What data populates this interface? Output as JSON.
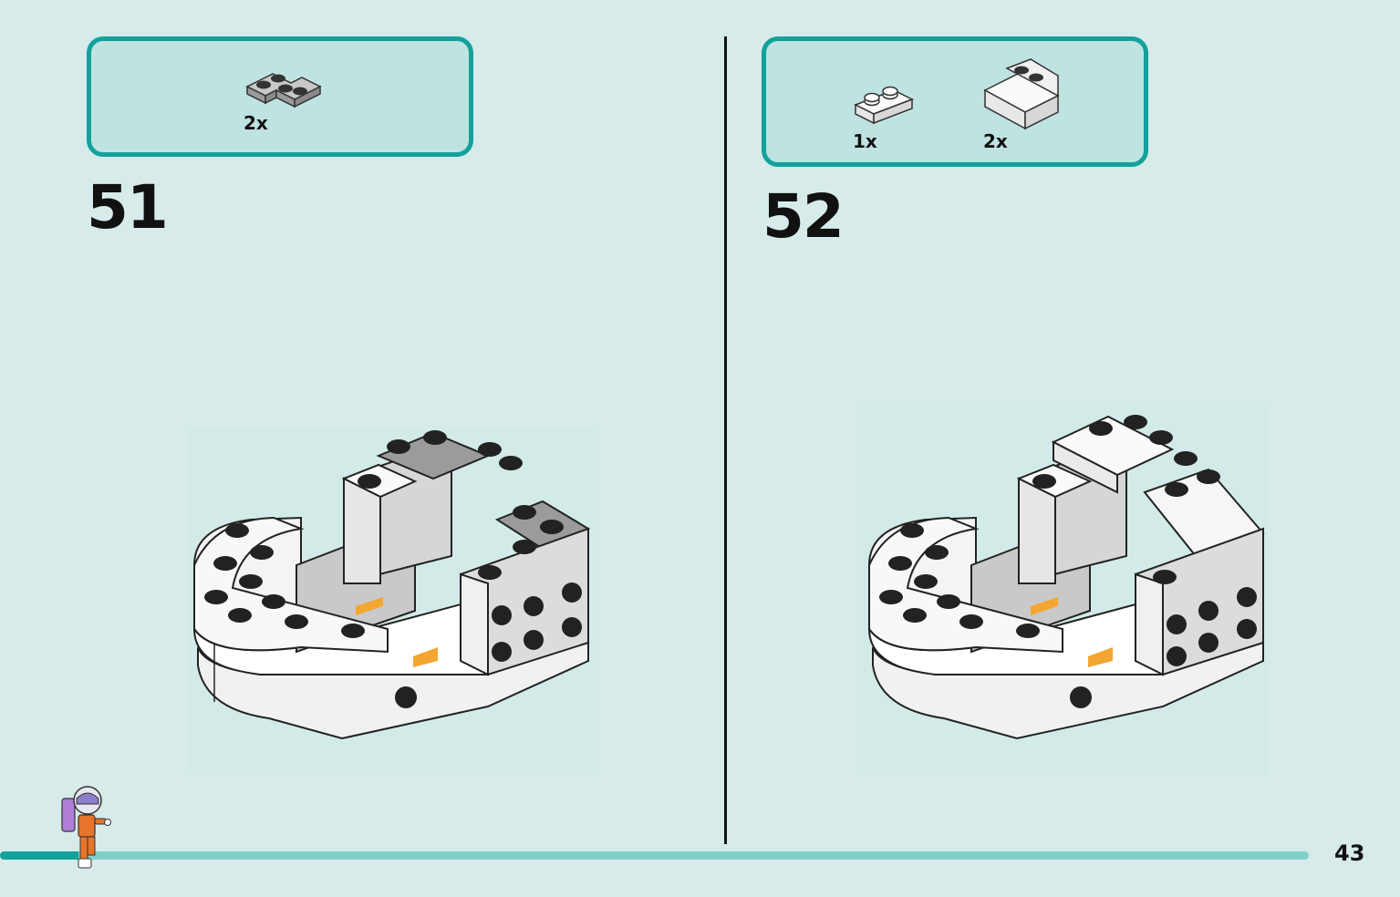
{
  "steps": [
    {
      "number": "51",
      "parts": [
        {
          "qty": "2x",
          "icon": "gray-corner-plate-icon"
        }
      ]
    },
    {
      "number": "52",
      "parts": [
        {
          "qty": "1x",
          "icon": "white-plate-1x2-icon"
        },
        {
          "qty": "2x",
          "icon": "white-slope-brick-icon"
        }
      ]
    }
  ],
  "page_number": "43",
  "progress": 0.06,
  "colors": {
    "background": "#d6ebea",
    "parts_box": "#bfe3e1",
    "accent": "#14a19b",
    "track": "#82cfca"
  }
}
